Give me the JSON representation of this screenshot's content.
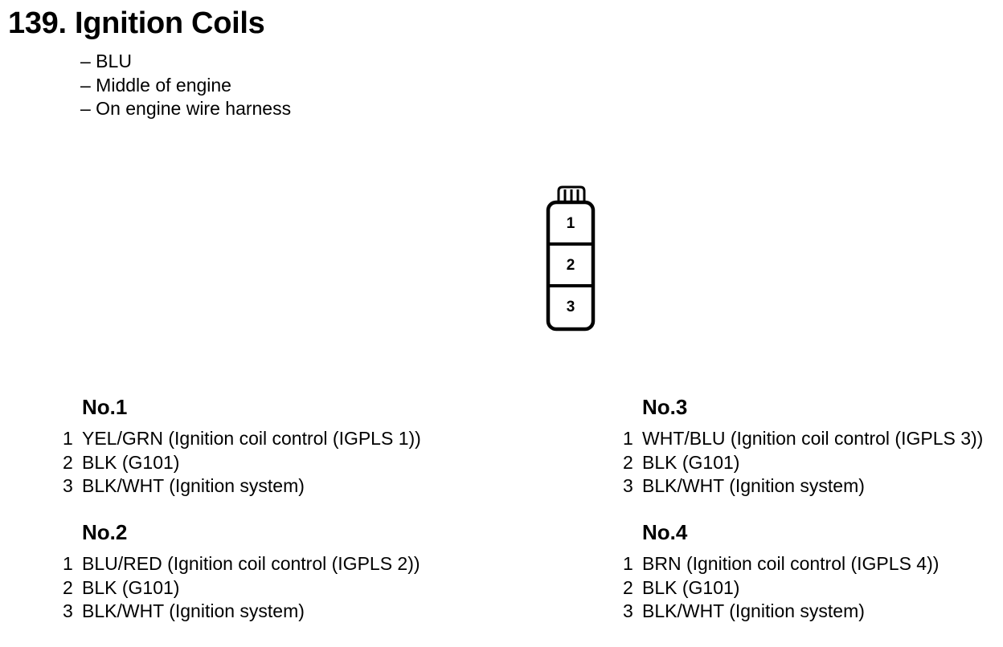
{
  "title": "139. Ignition Coils",
  "info": [
    "– BLU",
    "– Middle of engine",
    "– On engine wire harness"
  ],
  "connector": {
    "pins": [
      "1",
      "2",
      "3"
    ]
  },
  "groups": [
    {
      "heading": "No.1",
      "pins": [
        {
          "num": "1",
          "text": "YEL/GRN (Ignition coil control (IGPLS 1))"
        },
        {
          "num": "2",
          "text": "BLK (G101)"
        },
        {
          "num": "3",
          "text": "BLK/WHT (Ignition system)"
        }
      ]
    },
    {
      "heading": "No.2",
      "pins": [
        {
          "num": "1",
          "text": "BLU/RED (Ignition coil control (IGPLS 2))"
        },
        {
          "num": "2",
          "text": "BLK (G101)"
        },
        {
          "num": "3",
          "text": "BLK/WHT (Ignition system)"
        }
      ]
    },
    {
      "heading": "No.3",
      "pins": [
        {
          "num": "1",
          "text": "WHT/BLU (Ignition coil control (IGPLS 3))"
        },
        {
          "num": "2",
          "text": "BLK (G101)"
        },
        {
          "num": "3",
          "text": "BLK/WHT (Ignition system)"
        }
      ]
    },
    {
      "heading": "No.4",
      "pins": [
        {
          "num": "1",
          "text": "BRN (Ignition coil control (IGPLS 4))"
        },
        {
          "num": "2",
          "text": "BLK (G101)"
        },
        {
          "num": "3",
          "text": "BLK/WHT (Ignition system)"
        }
      ]
    }
  ]
}
